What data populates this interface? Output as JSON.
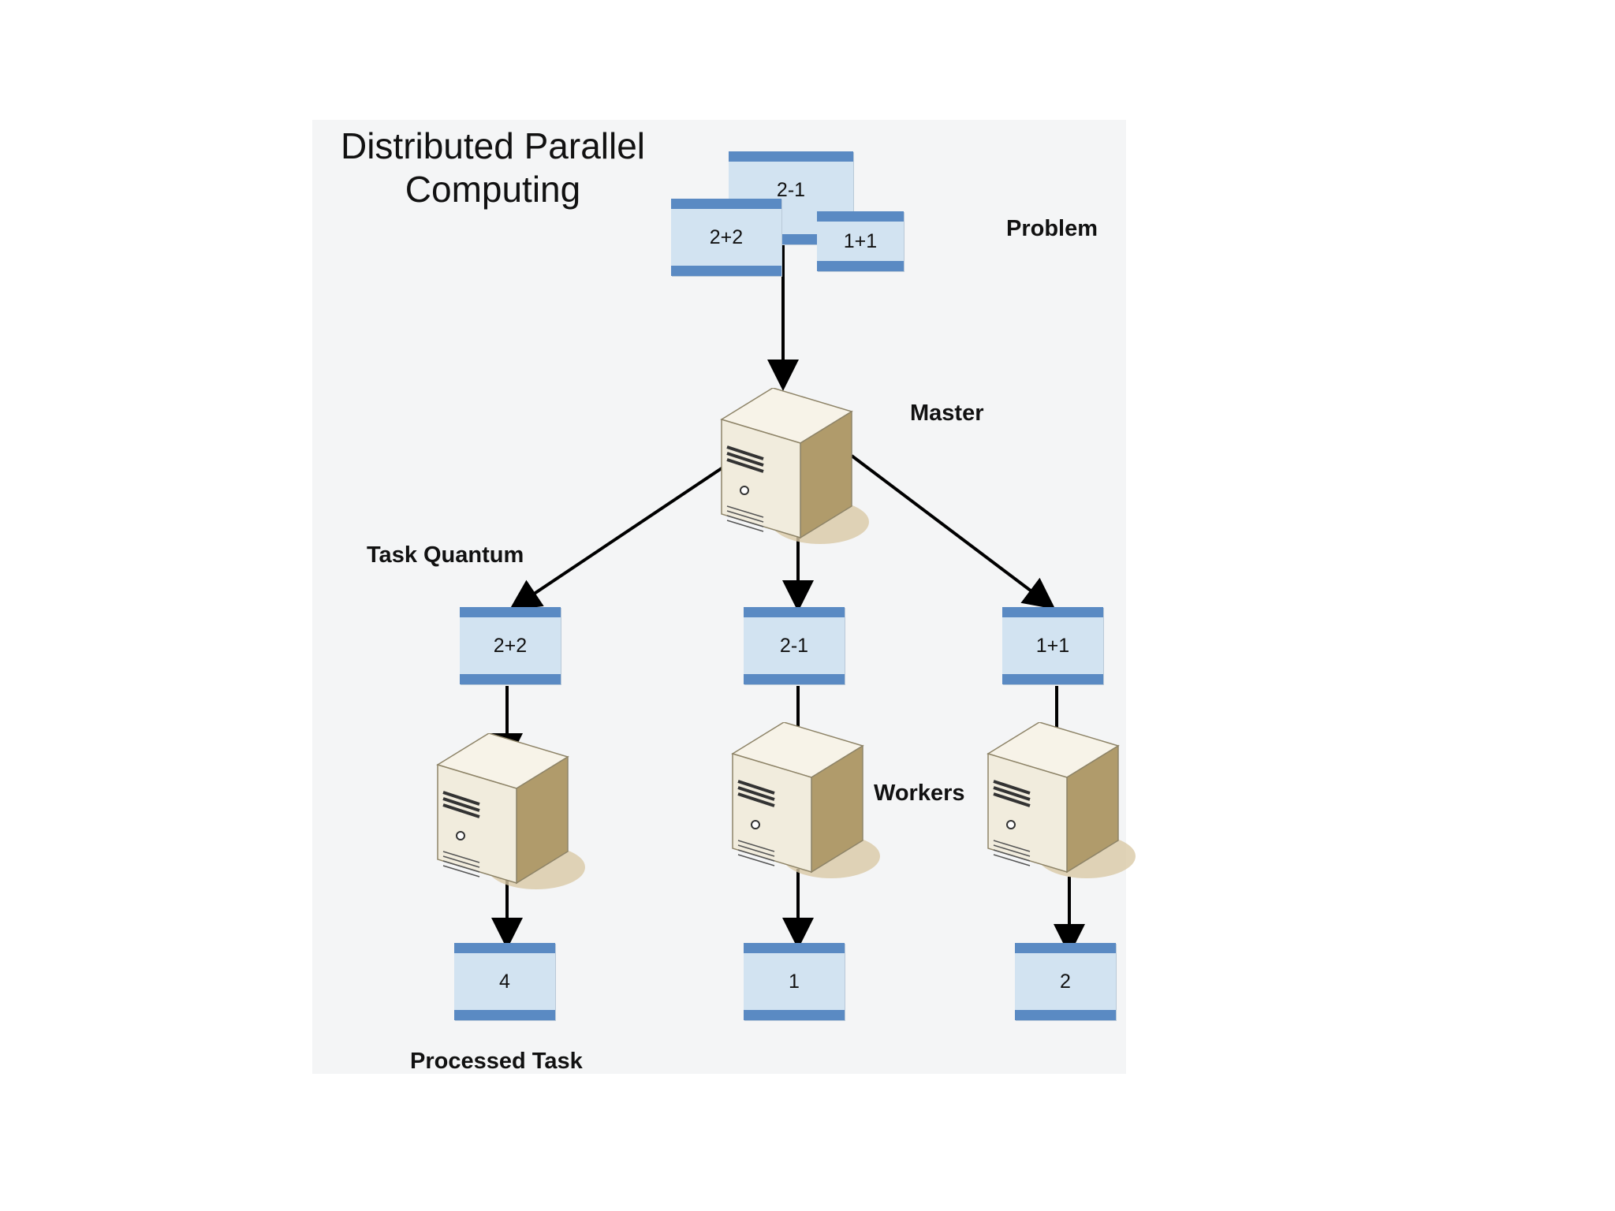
{
  "title": "Distributed Parallel Computing",
  "labels": {
    "problem": "Problem",
    "master": "Master",
    "task_quantum": "Task Quantum",
    "workers": "Workers",
    "processed_task": "Processed Task"
  },
  "problem_blocks": [
    "2-1",
    "2+2",
    "1+1"
  ],
  "task_blocks": [
    "2+2",
    "2-1",
    "1+1"
  ],
  "result_blocks": [
    "4",
    "1",
    "2"
  ],
  "colors": {
    "block_band": "#5a8ac3",
    "block_fill": "#d2e3f1",
    "server_front": "#f1ecdd",
    "server_side": "#b09b6b",
    "arrow": "#000000"
  }
}
